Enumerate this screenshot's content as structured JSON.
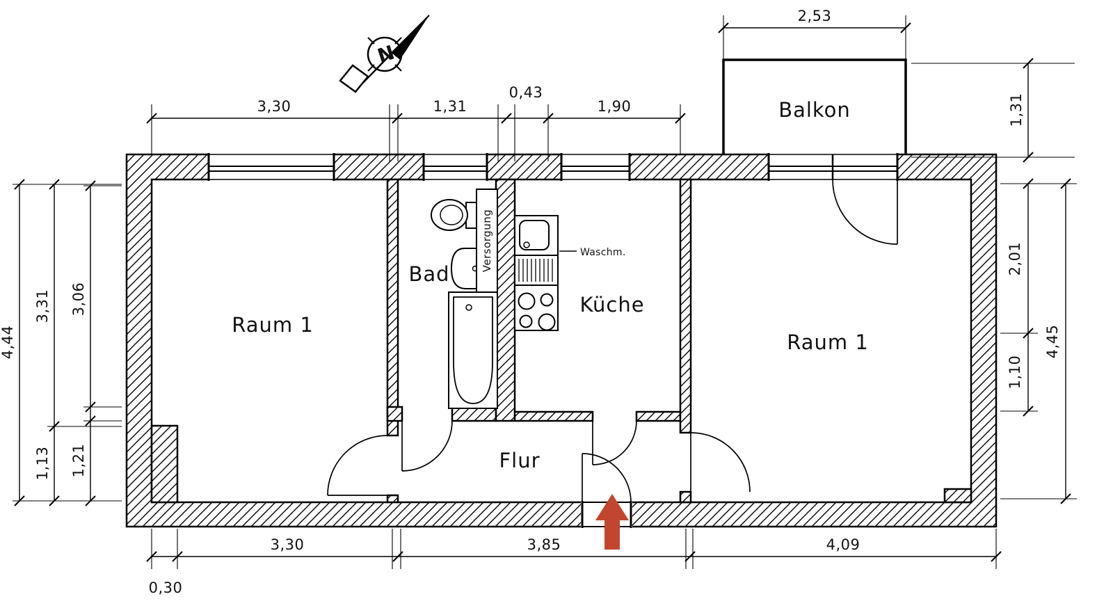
{
  "north_arrow": {
    "label": "N"
  },
  "rooms": {
    "raum1_left": "Raum 1",
    "bad": "Bad",
    "kueche": "Küche",
    "flur": "Flur",
    "raum1_right": "Raum 1",
    "balkon": "Balkon"
  },
  "labels": {
    "versorgung": "Versorgung",
    "waschmaschine": "Waschm."
  },
  "dimensions": {
    "top": [
      "3,30",
      "1,31",
      "0,43",
      "1,90"
    ],
    "balcony_top": [
      "2,53"
    ],
    "bottom": [
      "3,30",
      "3,85",
      "4,09"
    ],
    "bottom_offset": "0,30",
    "left_outer": [
      "4,44"
    ],
    "left_middle": [
      "3,31",
      "1,13"
    ],
    "left_inner": [
      "3,06",
      "1,21"
    ],
    "right_balcony": [
      "1,31"
    ],
    "right_inner": [
      "2,01",
      "1,10"
    ],
    "right_outer": [
      "4,45"
    ]
  },
  "colors": {
    "entrance_arrow": "#c2462f",
    "line": "#000000",
    "background": "#ffffff"
  }
}
